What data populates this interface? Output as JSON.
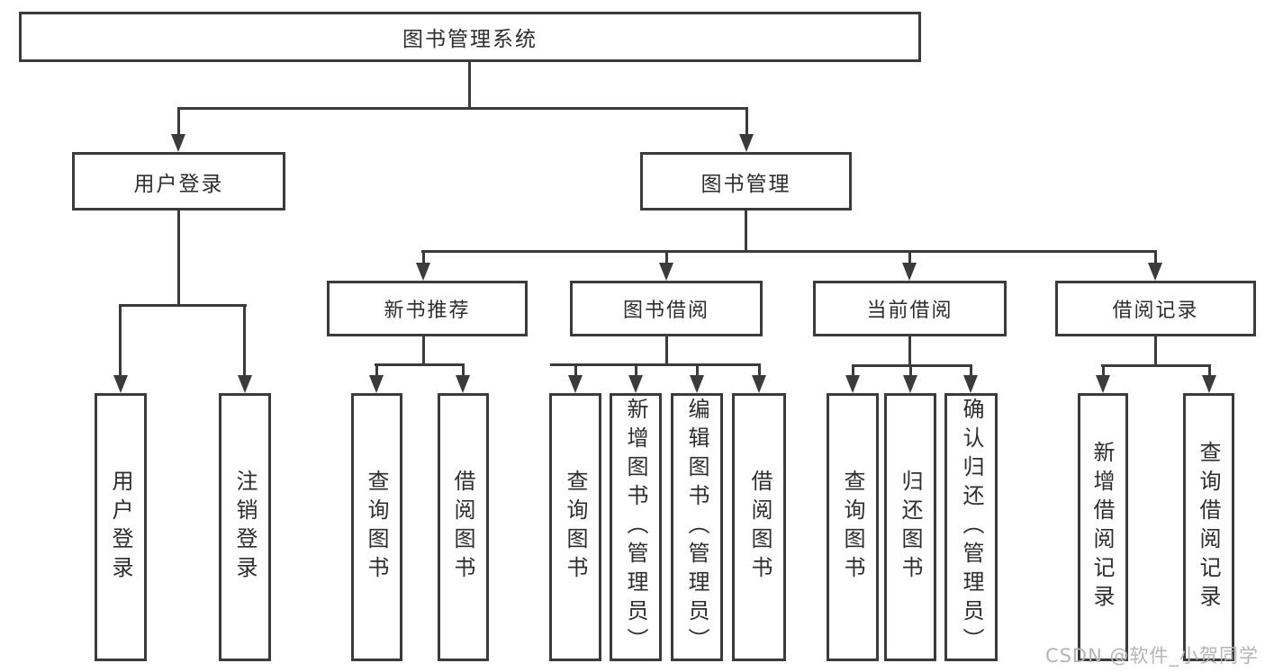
{
  "nodes": {
    "root": "图书管理系统",
    "level2": {
      "user_login": "用户登录",
      "book_mgmt": "图书管理"
    },
    "level3": {
      "new_books": "新书推荐",
      "book_borrow": "图书借阅",
      "current_borrow": "当前借阅",
      "borrow_records": "借阅记录"
    },
    "leaves": {
      "user_login": [
        "用户登录",
        "注销登录"
      ],
      "new_books": [
        "查询图书",
        "借阅图书"
      ],
      "book_borrow": [
        "查询图书",
        "新增图书（管理员）",
        "编辑图书（管理员）",
        "借阅图书"
      ],
      "current_borrow": [
        "查询图书",
        "归还图书",
        "确认归还（管理员）"
      ],
      "borrow_records": [
        "新增借阅记录",
        "查询借阅记录"
      ]
    }
  },
  "watermark": "CSDN @软件_小贺同学",
  "colors": {
    "line": "#3b3b3b",
    "text": "#2d2d2d",
    "watermark": "#b5b5b5",
    "background": "#ffffff"
  }
}
